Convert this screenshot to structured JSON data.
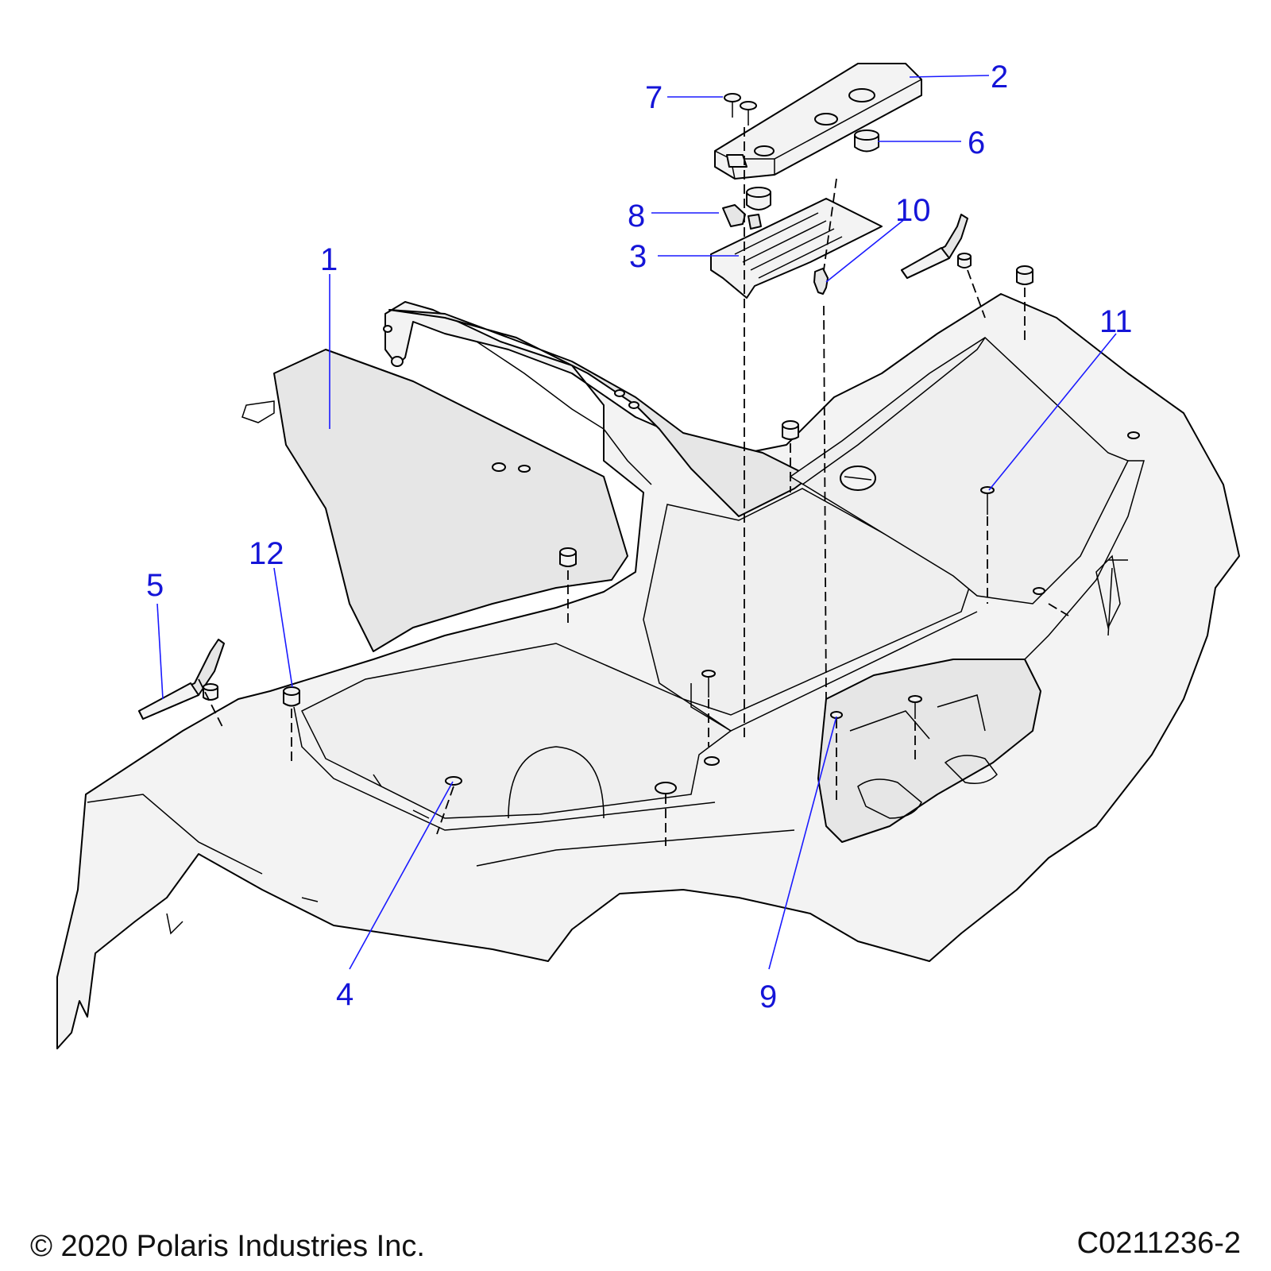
{
  "diagram": {
    "callouts": [
      {
        "number": "1"
      },
      {
        "number": "2"
      },
      {
        "number": "3"
      },
      {
        "number": "4"
      },
      {
        "number": "5"
      },
      {
        "number": "6"
      },
      {
        "number": "7"
      },
      {
        "number": "8"
      },
      {
        "number": "9"
      },
      {
        "number": "10"
      },
      {
        "number": "11"
      },
      {
        "number": "12"
      }
    ],
    "callout_color": "#1515d8"
  },
  "footer": {
    "copyright": "© 2020 Polaris Industries Inc.",
    "drawing_number": "C0211236-2"
  }
}
